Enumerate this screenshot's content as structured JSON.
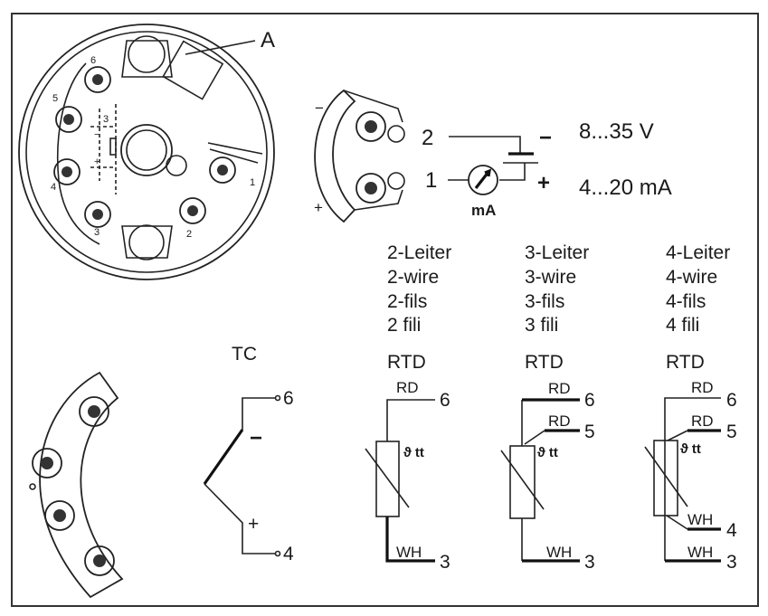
{
  "callout_label": "A",
  "supply": {
    "terminal_2": "2",
    "terminal_1": "1",
    "minus": "−",
    "plus": "+",
    "voltage": "8...35 V",
    "current": "4...20 mA",
    "meter_unit": "mA"
  },
  "columns": [
    {
      "lines": [
        "2-Leiter",
        "2-wire",
        "2-fils",
        "2 fili"
      ],
      "sensor": "RTD"
    },
    {
      "lines": [
        "3-Leiter",
        "3-wire",
        "3-fils",
        "3 fili"
      ],
      "sensor": "RTD"
    },
    {
      "lines": [
        "4-Leiter",
        "4-wire",
        "4-fils",
        "4 fili"
      ],
      "sensor": "RTD"
    }
  ],
  "tc": {
    "label": "TC",
    "term_top": "6",
    "term_bottom": "4",
    "minus": "−",
    "plus": "+"
  },
  "rtd_wiring": {
    "two_wire": {
      "rd": "RD",
      "wh": "WH",
      "t6": "6",
      "t3": "3"
    },
    "three_wire": {
      "rd1": "RD",
      "rd2": "RD",
      "wh": "WH",
      "t6": "6",
      "t5": "5",
      "t3": "3"
    },
    "four_wire": {
      "rd1": "RD",
      "rd2": "RD",
      "wh1": "WH",
      "wh2": "WH",
      "t6": "6",
      "t5": "5",
      "t4": "4",
      "t3": "3"
    },
    "symbol": "ϑ tt"
  },
  "head_terminals": {
    "left": [
      "6",
      "5",
      "4",
      "3"
    ],
    "right": [
      "1",
      "2"
    ],
    "inner": [
      "3",
      "−",
      "+"
    ]
  }
}
